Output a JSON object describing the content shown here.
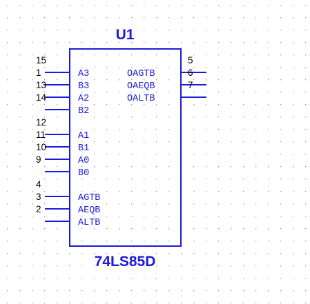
{
  "component": {
    "reference": "U1",
    "part_value": "74LS85D",
    "color": "#1a1adb",
    "grid_color": "#9a9a9a",
    "left_pins": [
      {
        "label": "A3",
        "number": "15"
      },
      {
        "label": "B3",
        "number": "1"
      },
      {
        "label": "A2",
        "number": "13"
      },
      {
        "label": "B2",
        "number": "14"
      },
      {
        "label": "A1",
        "number": "12"
      },
      {
        "label": "B1",
        "number": "11"
      },
      {
        "label": "A0",
        "number": "10"
      },
      {
        "label": "B0",
        "number": "9"
      },
      {
        "label": "AGTB",
        "number": "4"
      },
      {
        "label": "AEQB",
        "number": "3"
      },
      {
        "label": "ALTB",
        "number": "2"
      }
    ],
    "right_pins": [
      {
        "label": "OAGTB",
        "number": "5"
      },
      {
        "label": "OAEQB",
        "number": "6"
      },
      {
        "label": "OALTB",
        "number": "7"
      }
    ]
  }
}
